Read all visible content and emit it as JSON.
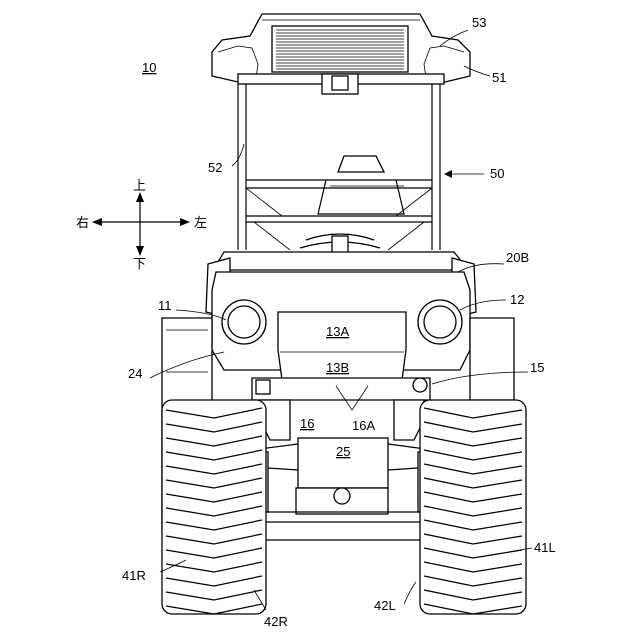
{
  "figure_ref": "10",
  "directions": {
    "up": "上",
    "down": "下",
    "left": "左",
    "right": "右"
  },
  "labels": {
    "l53": "53",
    "l51": "51",
    "l52": "52",
    "l50": "50",
    "l20B": "20B",
    "l11": "11",
    "l12": "12",
    "l13A": "13A",
    "l13B": "13B",
    "l24": "24",
    "l15": "15",
    "l16": "16",
    "l16A": "16A",
    "l25": "25",
    "l41R": "41R",
    "l41L": "41L",
    "l42R": "42R",
    "l42L": "42L"
  }
}
